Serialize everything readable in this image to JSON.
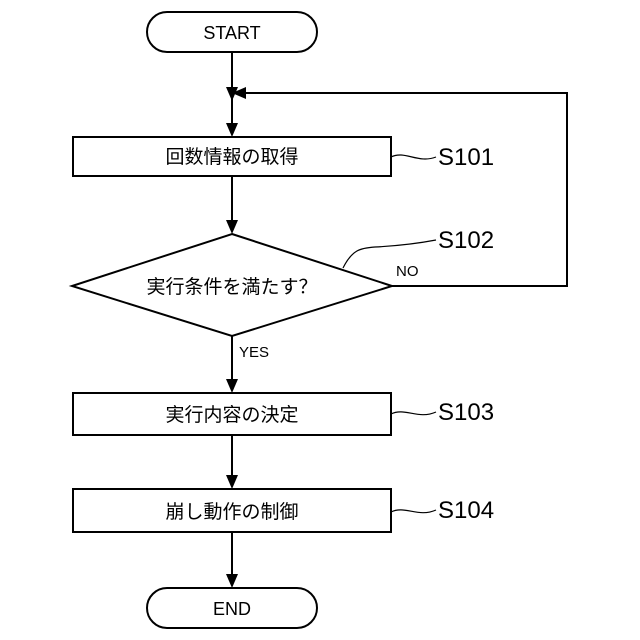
{
  "flowchart": {
    "start": "START",
    "end": "END",
    "steps": [
      {
        "id": "S101",
        "label": "回数情報の取得"
      },
      {
        "id": "S102",
        "label": "実行条件を満たす？"
      },
      {
        "id": "S103",
        "label": "実行内容の決定"
      },
      {
        "id": "S104",
        "label": "崩し動作の制御"
      }
    ],
    "branches": {
      "yes": "YES",
      "no": "NO"
    }
  }
}
